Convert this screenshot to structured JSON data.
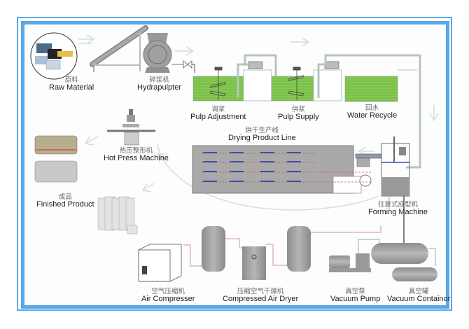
{
  "diagram": {
    "title": "Pulp Molding Production Line Flow",
    "colors": {
      "frame": "#5aa7e6",
      "pulp": "#7bc04a",
      "machine": "#9a9a9a",
      "pipe": "#c8d6d0",
      "air_pipe": "#e6c9c9",
      "drying_line": "#d9534f",
      "arrow": "#dce8e4"
    },
    "stations": [
      {
        "id": "raw-material",
        "cn": "原料",
        "en": "Raw Material"
      },
      {
        "id": "hydrapulpter",
        "cn": "碎浆机",
        "en": "Hydrapulpter"
      },
      {
        "id": "pulp-adjustment",
        "cn": "调浆",
        "en": "Pulp Adjustment"
      },
      {
        "id": "pulp-supply",
        "cn": "供浆",
        "en": "Pulp Supply"
      },
      {
        "id": "water-recycle",
        "cn": "回水",
        "en": "Water Recycle"
      },
      {
        "id": "drying-line",
        "cn": "烘干生产线",
        "en": "Drying Product Line"
      },
      {
        "id": "hot-press",
        "cn": "热压整形机",
        "en": "Hot Press Machine"
      },
      {
        "id": "finished-product",
        "cn": "成品",
        "en": "Finished Product"
      },
      {
        "id": "forming-machine",
        "cn": "往复式成型机",
        "en": "Forming Machine"
      },
      {
        "id": "air-compressor",
        "cn": "空气压缩机",
        "en": "Air Compresser"
      },
      {
        "id": "air-dryer",
        "cn": "压缩空气干燥机",
        "en": "Compressed Air Dryer"
      },
      {
        "id": "vacuum-pump",
        "cn": "真空泵",
        "en": "Vacuum Pump"
      },
      {
        "id": "vacuum-container",
        "cn": "真空罐",
        "en": "Vacuum Containor"
      }
    ]
  }
}
